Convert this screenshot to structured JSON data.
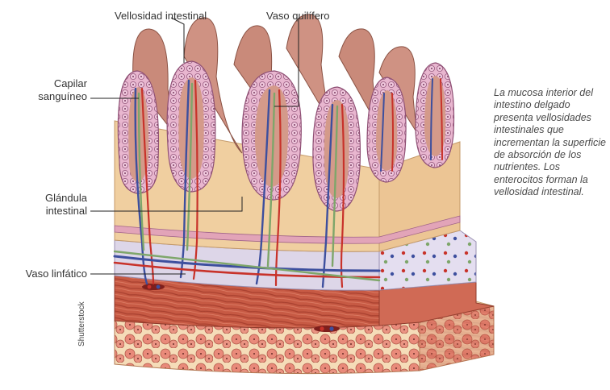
{
  "labels": {
    "villus": "Vellosidad intestinal",
    "lacteal": "Vaso quilífero",
    "capillary_line1": "Capilar",
    "capillary_line2": "sanguíneo",
    "gland_line1": "Glándula",
    "gland_line2": "intestinal",
    "lymph_vessel": "Vaso linfático"
  },
  "caption": "La mucosa interior del intestino delgado presenta vellosidades intestinales que incrementan la superficie de absorción de los nutrientes. Los enterocitos forman la vellosidad intestinal.",
  "credit": "Shutterstock",
  "colors": {
    "villus_fill": "#c98a7a",
    "cell_fill": "#e6b3cf",
    "cell_stroke": "#9a5c82",
    "artery": "#c8322a",
    "vein": "#3d4f9e",
    "lymph": "#7ea66a",
    "muscle": "#c4533e",
    "submucosa": "#dcd6e6",
    "connective": "#f2d9a8"
  }
}
